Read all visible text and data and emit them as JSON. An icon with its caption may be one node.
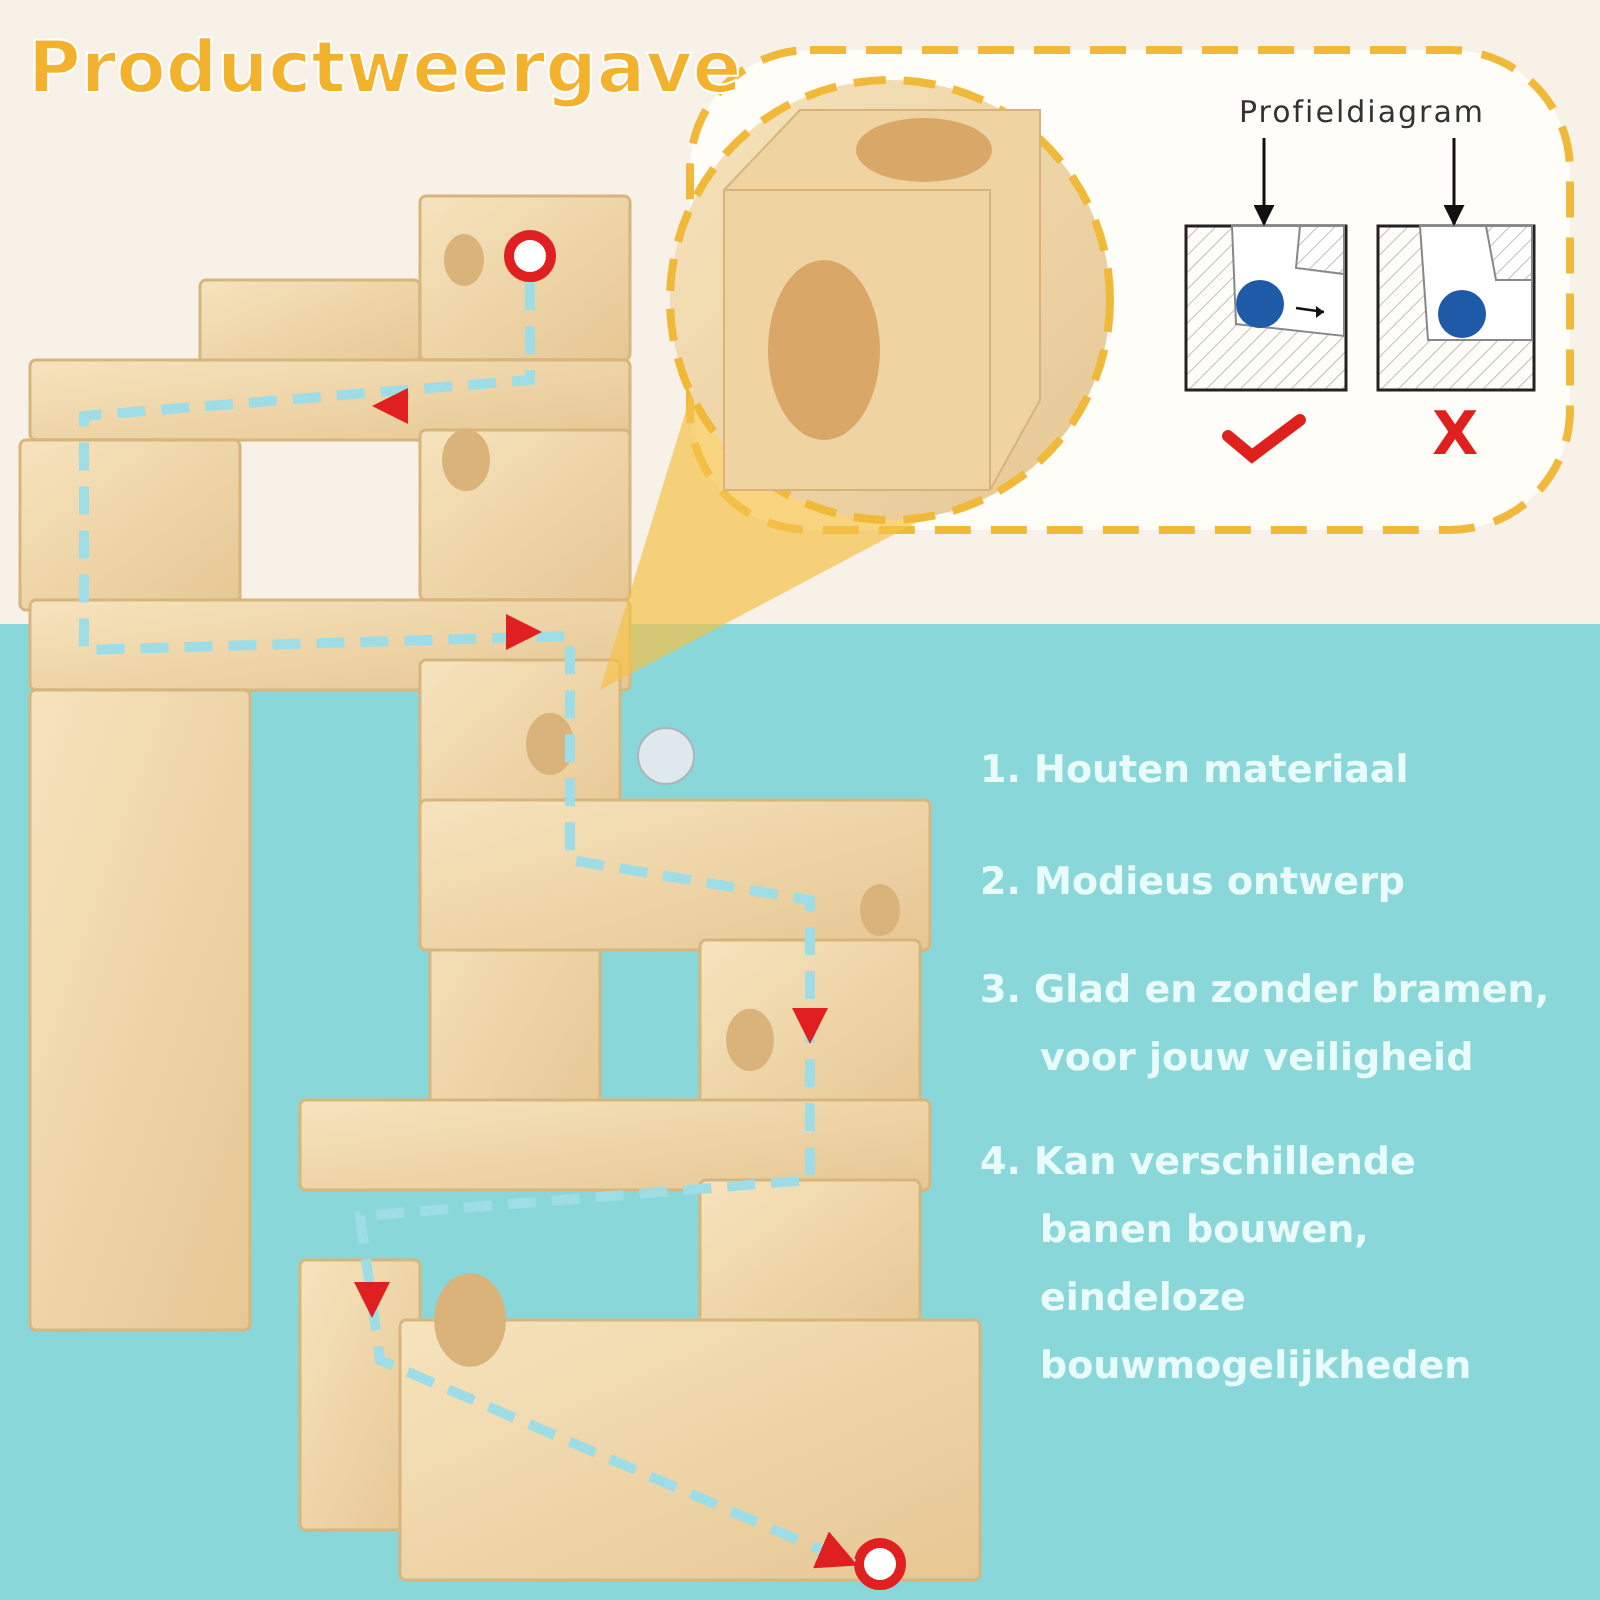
{
  "diagram": {
    "title": "Productweergave",
    "nodes": [
      {
        "text": [
          "Profieldiagram"
        ]
      },
      {
        "text": [],
        "shape": "picture"
      },
      {
        "text": [],
        "shape": "picture"
      },
      {
        "text": [],
        "shape": "circle"
      },
      {
        "text": [],
        "shape": "circle"
      }
    ],
    "edges": [
      {
        "from": 0,
        "to": 1,
        "arrow": "to"
      },
      {
        "from": 0,
        "to": 2,
        "arrow": "to"
      },
      {
        "from": 3,
        "to": 4,
        "arrow": "to",
        "style": "dashed",
        "color": "#9fdde6"
      }
    ],
    "labels": [
      "X",
      "1. Houten materiaal",
      "2. Modieus ontwerp",
      "3. Glad en zonder bramen, voor jouw veiligheid",
      "4. Kan verschillende banen bouwen, eindeloze bouwmogelijkheden"
    ]
  }
}
